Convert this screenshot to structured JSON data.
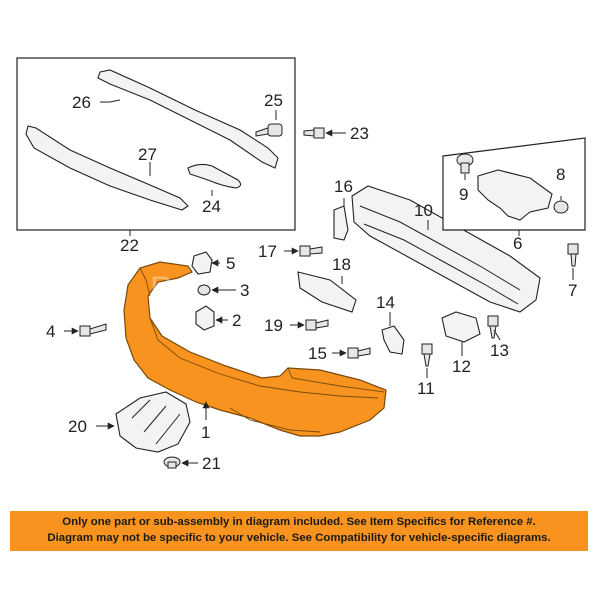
{
  "callouts": {
    "c1": "1",
    "c2": "2",
    "c3": "3",
    "c4": "4",
    "c5": "5",
    "c6": "6",
    "c7": "7",
    "c8": "8",
    "c9": "9",
    "c10": "10",
    "c11": "11",
    "c12": "12",
    "c13": "13",
    "c14": "14",
    "c15": "15",
    "c16": "16",
    "c17": "17",
    "c18": "18",
    "c19": "19",
    "c20": "20",
    "c21": "21",
    "c22": "22",
    "c23": "23",
    "c24": "24",
    "c25": "25",
    "c26": "26",
    "c27": "27"
  },
  "watermark": "Partsmotive.com",
  "notice": {
    "line1": "Only one part or sub-assembly in diagram included. See Item Specifics for Reference #.",
    "line2": "Diagram may not be specific to your vehicle. See Compatibility for vehicle-specific diagrams."
  },
  "colors": {
    "highlight": "#f7931e",
    "notice_bg": "#f7931e",
    "line": "#222222"
  }
}
